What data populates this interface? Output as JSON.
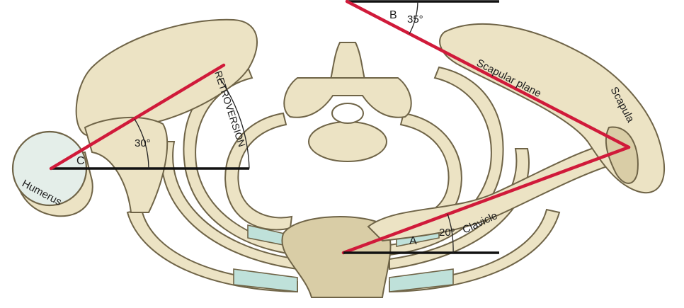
{
  "labels": {
    "humerus": "Humerus",
    "scapula": "Scapula",
    "scapular_plane": "Scapular plane",
    "clavicle": "Clavicle",
    "retroversion": "RETROVERSION"
  },
  "angles": {
    "a": {
      "letter": "A",
      "value": "20°"
    },
    "b": {
      "letter": "B",
      "value": "35°"
    },
    "c": {
      "letter": "C",
      "value": "30°"
    }
  },
  "colors": {
    "bone": "#ece3c4",
    "cartilage": "#bfe1da",
    "reference_line_red": "#d01a3a",
    "reference_line_black": "#111111"
  }
}
